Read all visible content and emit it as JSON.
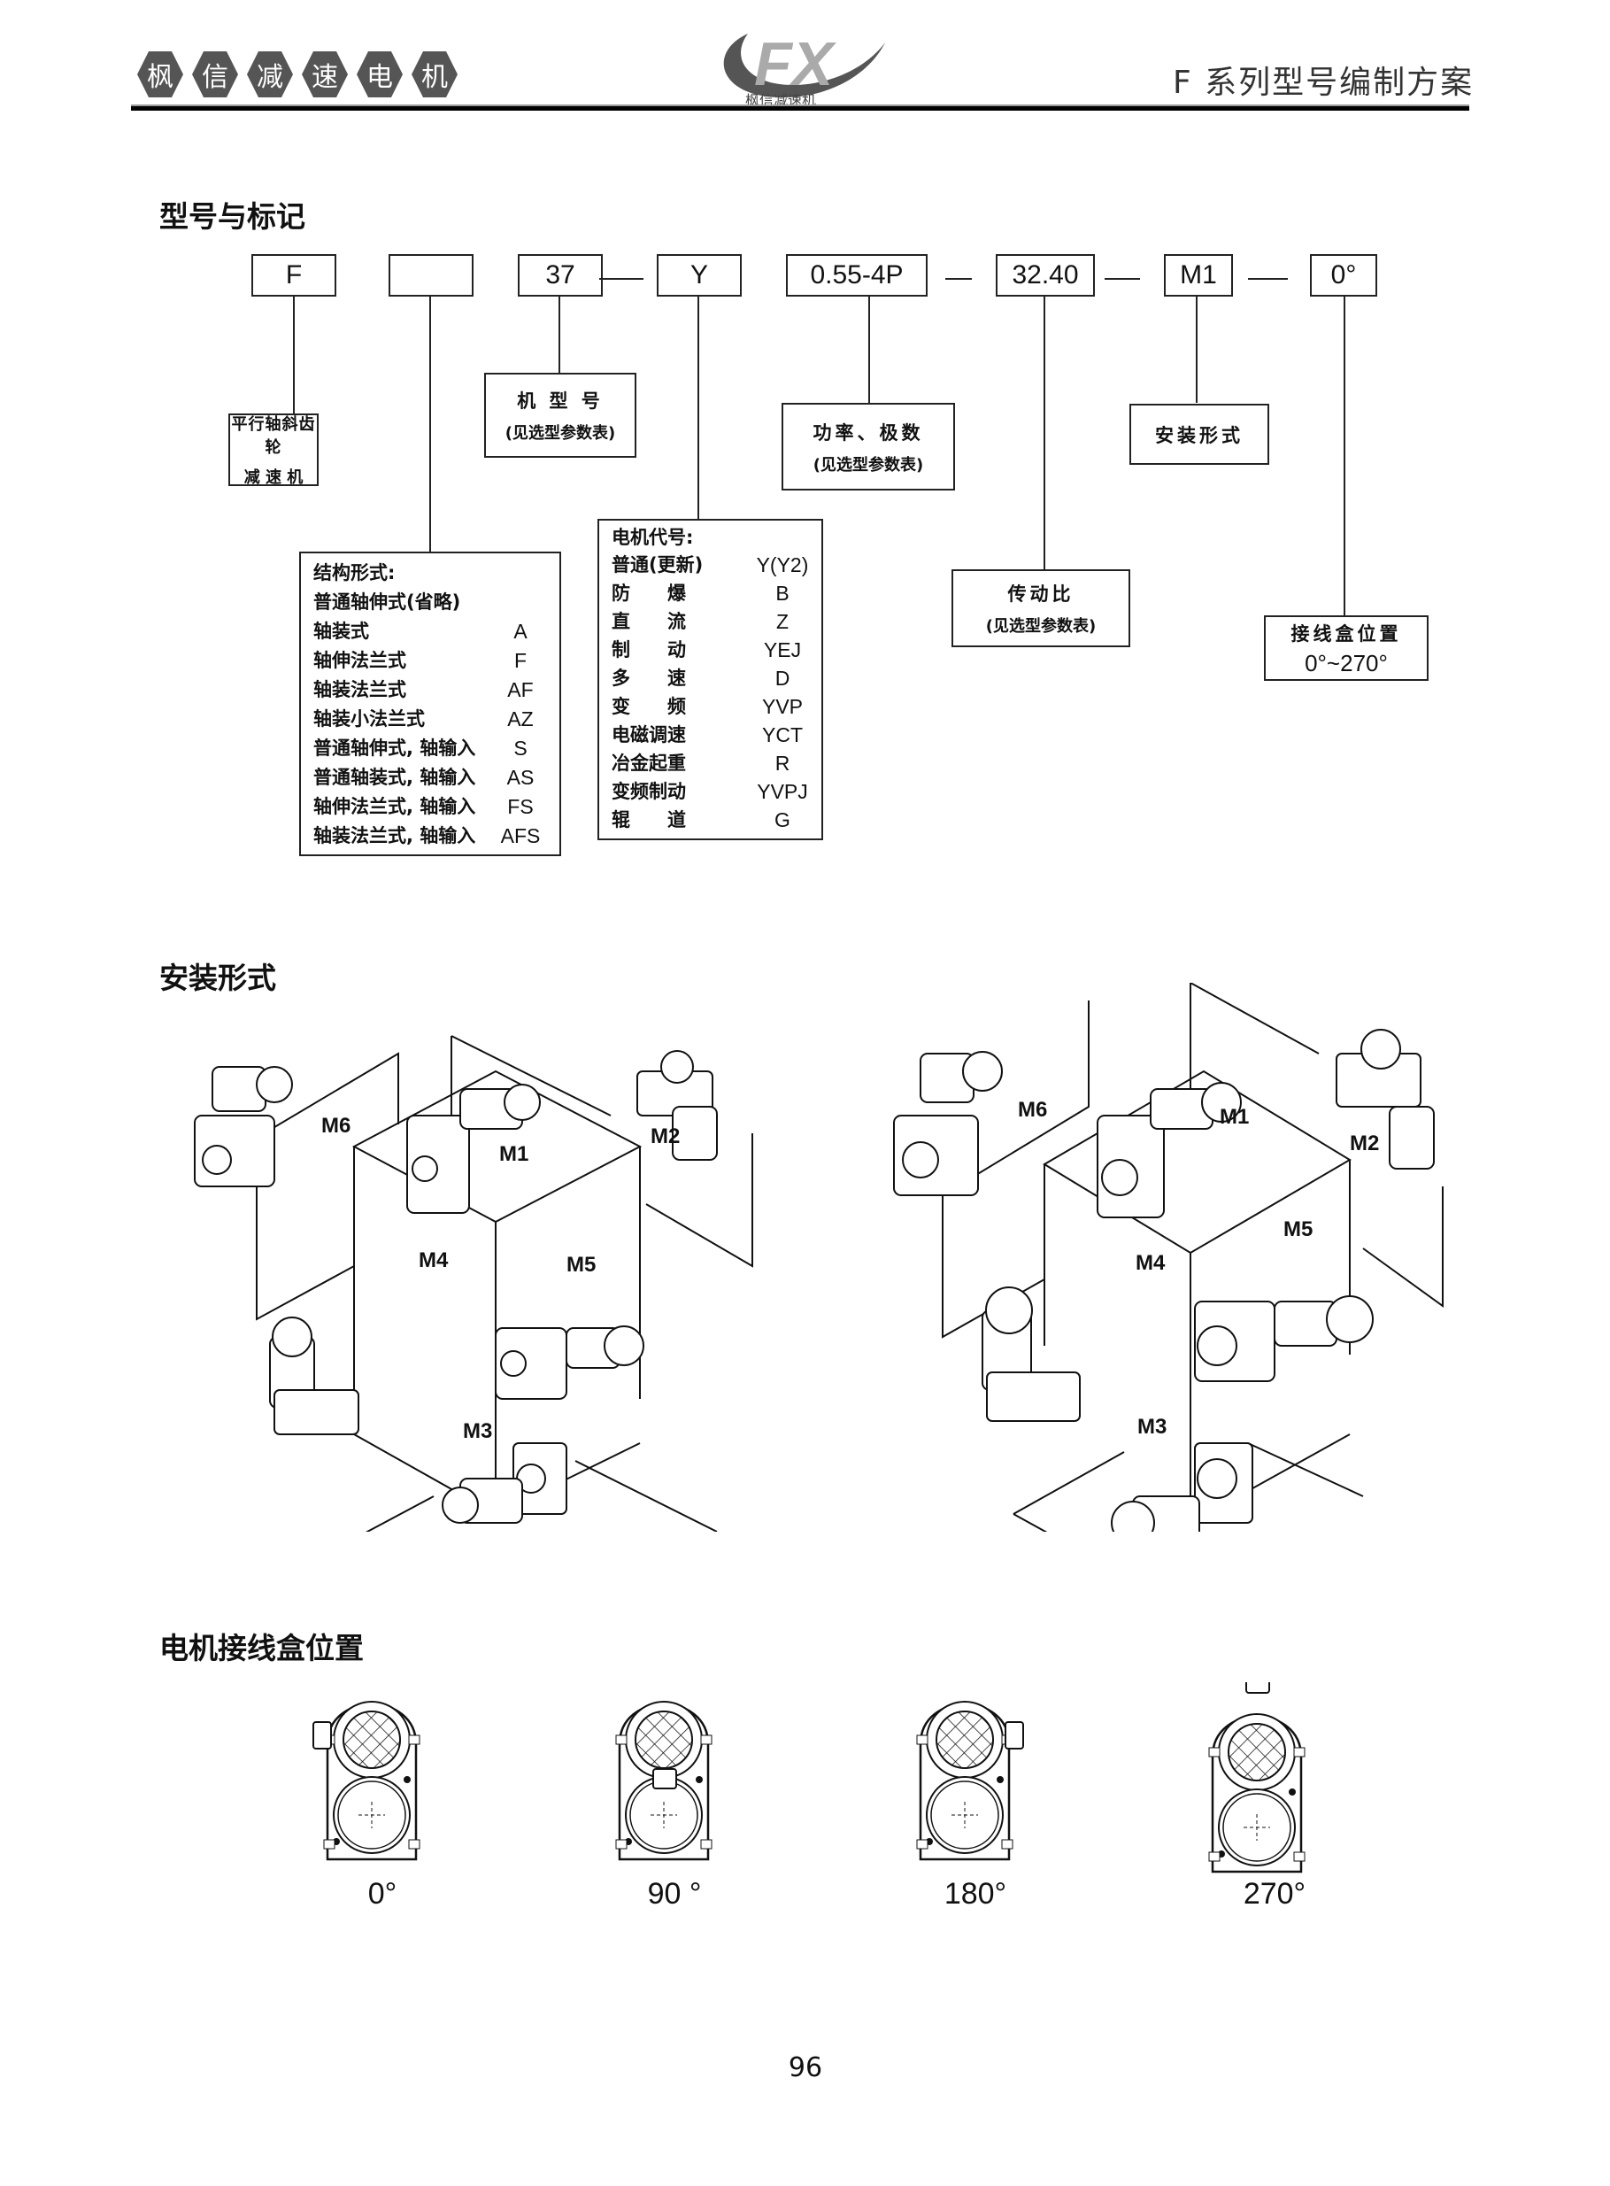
{
  "header": {
    "brand_chars": [
      "枫",
      "信",
      "减",
      "速",
      "电",
      "机"
    ],
    "logo_text": "FX",
    "logo_subtitle": "枫信减速机",
    "doc_title": "F 系列型号编制方案"
  },
  "designation": {
    "title": "型号与标记",
    "codes": {
      "series": "F",
      "structure": "",
      "size": "37",
      "motor": "Y",
      "power_poles": "0.55-4P",
      "ratio": "32.40",
      "mounting": "M1",
      "terminal": "0°"
    },
    "labels": {
      "series_l1": "平行轴斜齿轮",
      "series_l2": "减 速 机",
      "size_l1": "机 型 号",
      "size_l2": "(见选型参数表)",
      "power_l1": "功率、极数",
      "power_l2": "(见选型参数表)",
      "mounting_l1": "安装形式",
      "ratio_l1": "传动比",
      "ratio_l2": "(见选型参数表)",
      "terminal_l1": "接线盒位置",
      "terminal_l2": "0°~270°"
    },
    "structure_list": {
      "title": "结构形式:",
      "items": [
        {
          "name": "普通轴伸式(省略)",
          "code": ""
        },
        {
          "name": "轴装式",
          "code": "A"
        },
        {
          "name": "轴伸法兰式",
          "code": "F"
        },
        {
          "name": "轴装法兰式",
          "code": "AF"
        },
        {
          "name": "轴装小法兰式",
          "code": "AZ"
        },
        {
          "name": "普通轴伸式, 轴输入",
          "code": "S"
        },
        {
          "name": "普通轴装式, 轴输入",
          "code": "AS"
        },
        {
          "name": "轴伸法兰式, 轴输入",
          "code": "FS"
        },
        {
          "name": "轴装法兰式, 轴输入",
          "code": "AFS"
        }
      ]
    },
    "motor_list": {
      "title": "电机代号:",
      "items": [
        {
          "name": "普通(更新)",
          "code": "Y(Y2)"
        },
        {
          "name": "防　　爆",
          "code": "B"
        },
        {
          "name": "直　　流",
          "code": "Z"
        },
        {
          "name": "制　　动",
          "code": "YEJ"
        },
        {
          "name": "多　　速",
          "code": "D"
        },
        {
          "name": "变　　频",
          "code": "YVP"
        },
        {
          "name": "电磁调速",
          "code": "YCT"
        },
        {
          "name": "冶金起重",
          "code": "R"
        },
        {
          "name": "变频制动",
          "code": "YVPJ"
        },
        {
          "name": "辊　　道",
          "code": "G"
        }
      ]
    }
  },
  "mounting": {
    "title": "安装形式",
    "positions": [
      "M1",
      "M2",
      "M3",
      "M4",
      "M5",
      "M6"
    ]
  },
  "terminal_box": {
    "title": "电机接线盒位置",
    "positions": [
      "0°",
      "90 °",
      "180°",
      "270°"
    ]
  },
  "page_number": "96"
}
